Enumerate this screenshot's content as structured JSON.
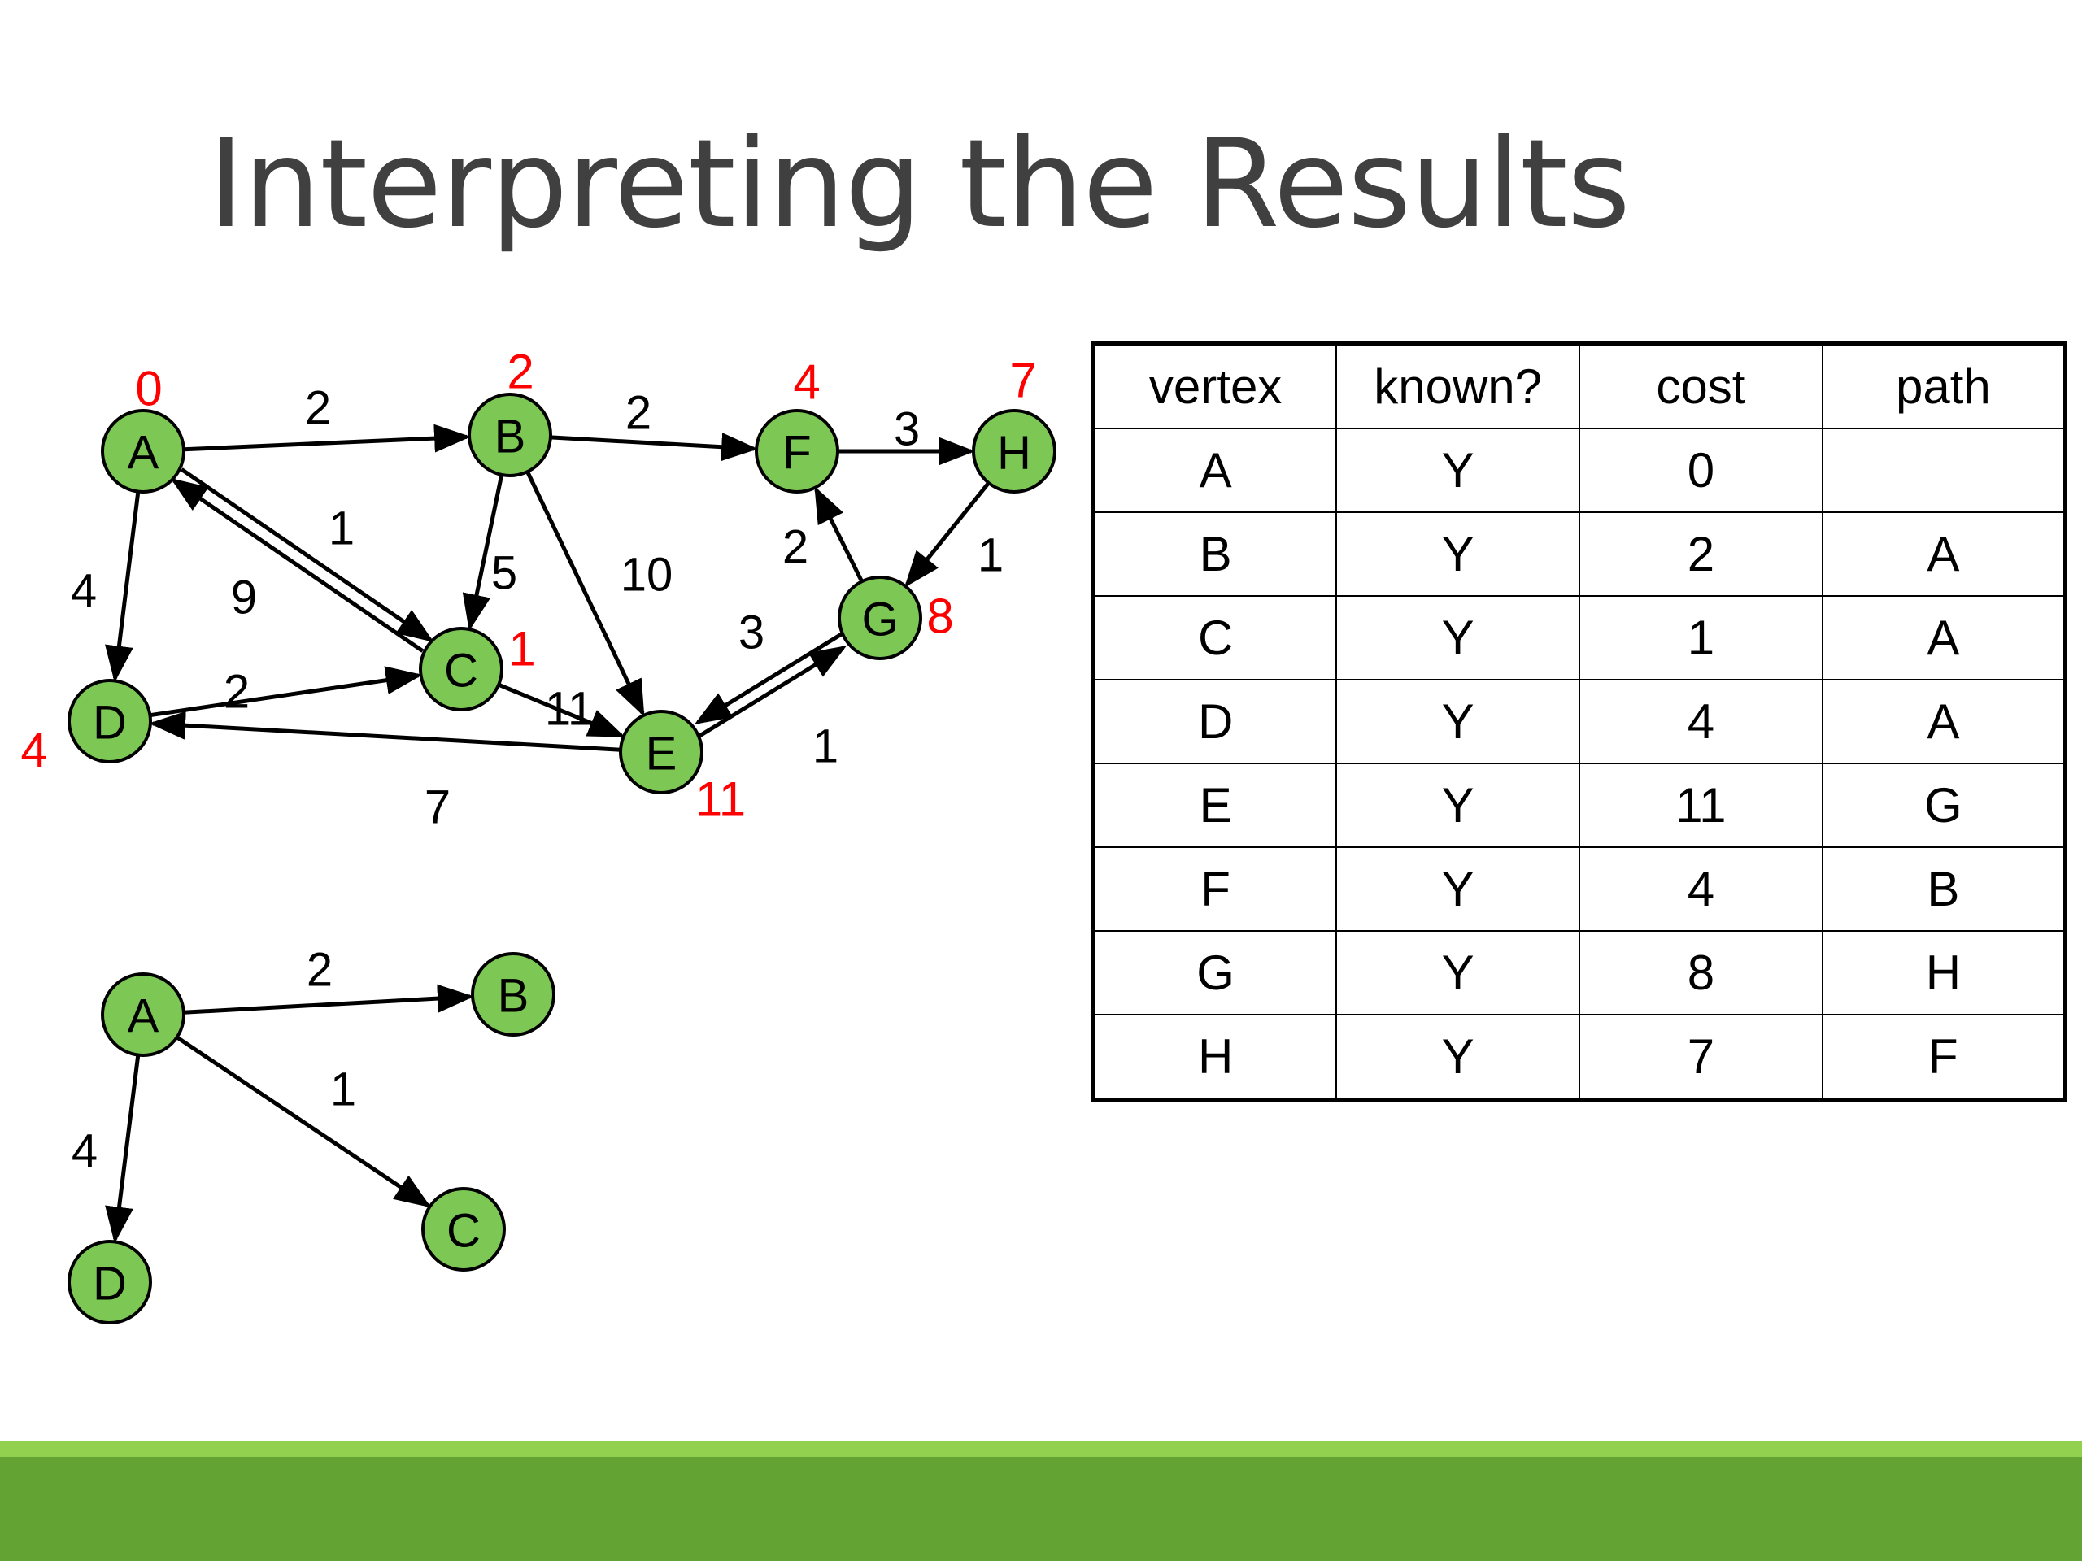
{
  "slide": {
    "title": "Interpreting the Results"
  },
  "colors": {
    "node_fill": "#7DC855",
    "node_stroke": "#000000",
    "edge": "#000000",
    "cost_label": "#FF0000",
    "band_light": "#92D050",
    "band_dark": "#62A333",
    "title_text": "#404040"
  },
  "graph": {
    "nodes": [
      {
        "id": "A",
        "cost": "0"
      },
      {
        "id": "B",
        "cost": "2"
      },
      {
        "id": "C",
        "cost": "1"
      },
      {
        "id": "D",
        "cost": "4"
      },
      {
        "id": "E",
        "cost": "11"
      },
      {
        "id": "F",
        "cost": "4"
      },
      {
        "id": "G",
        "cost": "8"
      },
      {
        "id": "H",
        "cost": "7"
      }
    ],
    "edges": [
      {
        "from": "A",
        "to": "B",
        "weight": "2"
      },
      {
        "from": "A",
        "to": "C",
        "weight": "1"
      },
      {
        "from": "A",
        "to": "D",
        "weight": "4"
      },
      {
        "from": "C",
        "to": "A",
        "weight": "9"
      },
      {
        "from": "B",
        "to": "C",
        "weight": "5"
      },
      {
        "from": "B",
        "to": "E",
        "weight": "10"
      },
      {
        "from": "B",
        "to": "F",
        "weight": "2"
      },
      {
        "from": "F",
        "to": "H",
        "weight": "3"
      },
      {
        "from": "H",
        "to": "G",
        "weight": "1"
      },
      {
        "from": "G",
        "to": "F",
        "weight": "2"
      },
      {
        "from": "G",
        "to": "E",
        "weight": "3"
      },
      {
        "from": "E",
        "to": "G",
        "weight": "1"
      },
      {
        "from": "D",
        "to": "C",
        "weight": "2"
      },
      {
        "from": "C",
        "to": "E",
        "weight": "11"
      },
      {
        "from": "E",
        "to": "D",
        "weight": "7"
      }
    ]
  },
  "tree": {
    "nodes": [
      {
        "id": "A"
      },
      {
        "id": "B"
      },
      {
        "id": "C"
      },
      {
        "id": "D"
      }
    ],
    "edges": [
      {
        "from": "A",
        "to": "B",
        "weight": "2"
      },
      {
        "from": "A",
        "to": "C",
        "weight": "1"
      },
      {
        "from": "A",
        "to": "D",
        "weight": "4"
      }
    ]
  },
  "table": {
    "headers": [
      "vertex",
      "known?",
      "cost",
      "path"
    ],
    "rows": [
      [
        "A",
        "Y",
        "0",
        ""
      ],
      [
        "B",
        "Y",
        "2",
        "A"
      ],
      [
        "C",
        "Y",
        "1",
        "A"
      ],
      [
        "D",
        "Y",
        "4",
        "A"
      ],
      [
        "E",
        "Y",
        "11",
        "G"
      ],
      [
        "F",
        "Y",
        "4",
        "B"
      ],
      [
        "G",
        "Y",
        "8",
        "H"
      ],
      [
        "H",
        "Y",
        "7",
        "F"
      ]
    ]
  }
}
